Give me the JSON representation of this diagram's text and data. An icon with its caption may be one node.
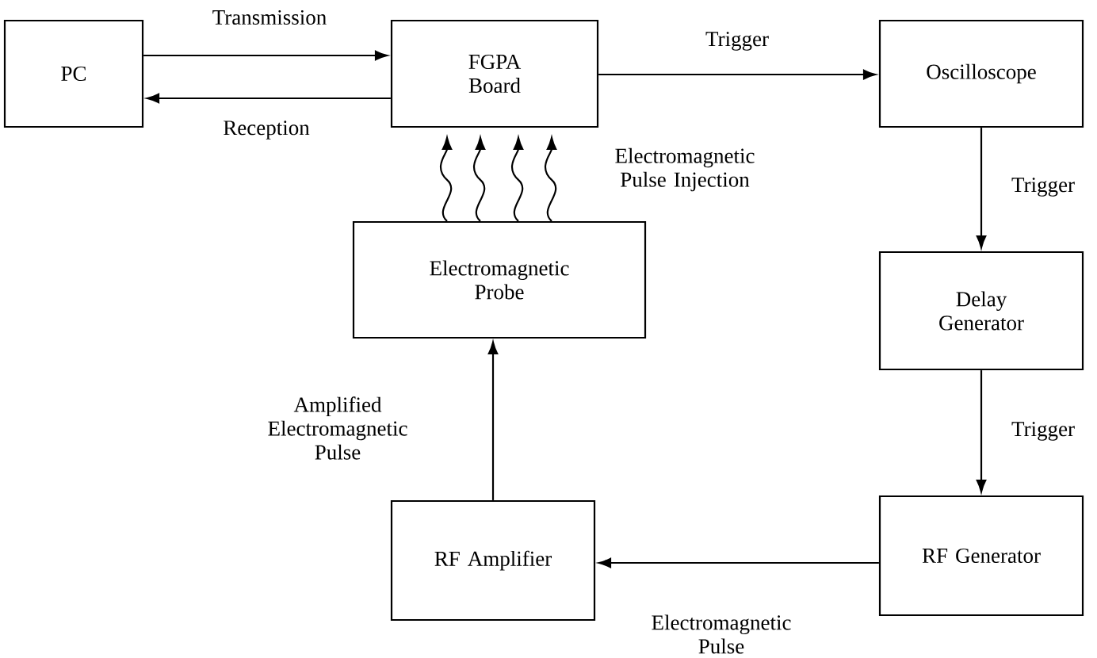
{
  "diagram": {
    "nodes": [
      {
        "text": [
          "PC"
        ]
      },
      {
        "text": [
          "FGPA Board"
        ]
      },
      {
        "text": [
          "Oscilloscope"
        ]
      },
      {
        "text": [
          "Delay Generator"
        ]
      },
      {
        "text": [
          "RF Generator"
        ]
      },
      {
        "text": [
          "RF Amplifier"
        ]
      },
      {
        "text": [
          "Electromagnetic Probe"
        ]
      }
    ],
    "edges": [
      {
        "from": 0,
        "to": 1,
        "arrow": "to",
        "label": "Transmission"
      },
      {
        "from": 1,
        "to": 0,
        "arrow": "to",
        "label": "Reception"
      },
      {
        "from": 1,
        "to": 2,
        "arrow": "to",
        "label": "Trigger"
      },
      {
        "from": 2,
        "to": 3,
        "arrow": "to",
        "label": "Trigger"
      },
      {
        "from": 3,
        "to": 4,
        "arrow": "to",
        "label": "Trigger"
      },
      {
        "from": 4,
        "to": 5,
        "arrow": "to",
        "label": "Electromagnetic Pulse"
      },
      {
        "from": 5,
        "to": 6,
        "arrow": "to",
        "label": "Amplified Electromagnetic Pulse"
      },
      {
        "from": 6,
        "to": 1,
        "arrow": "to"
      },
      {
        "from": 6,
        "to": 1,
        "arrow": "to"
      },
      {
        "from": 6,
        "to": 1,
        "arrow": "to"
      },
      {
        "from": 6,
        "to": 1,
        "arrow": "to",
        "label": "Electromagnetic Pulse Injection"
      }
    ]
  }
}
